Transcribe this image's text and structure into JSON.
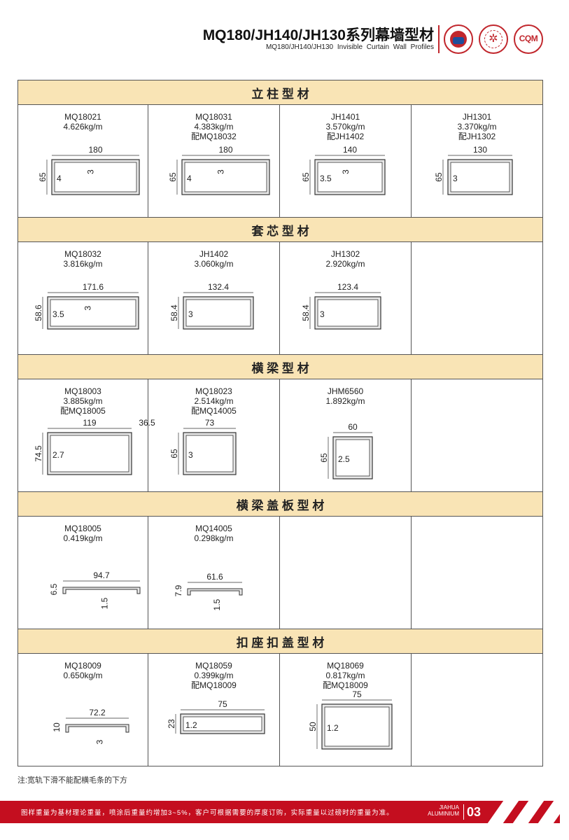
{
  "header": {
    "title": "MQ180/JH140/JH130系列幕墙型材",
    "subtitle": "MQ180/JH140/JH130 Invisible Curtain Wall Profiles",
    "logo3_text": "CQM"
  },
  "sections": [
    {
      "title": "立  柱  型  材",
      "cells": [
        {
          "code": "MQ18021",
          "weight": "4.626kg/m",
          "match": "",
          "width": "180",
          "height": "65",
          "thick": "4",
          "thick2": "3"
        },
        {
          "code": "MQ18031",
          "weight": "4.383kg/m",
          "match": "配MQ18032",
          "width": "180",
          "height": "65",
          "thick": "4",
          "thick2": "3"
        },
        {
          "code": "JH1401",
          "weight": "3.570kg/m",
          "match": "配JH1402",
          "width": "140",
          "height": "65",
          "thick": "3.5",
          "thick2": "3"
        },
        {
          "code": "JH1301",
          "weight": "3.370kg/m",
          "match": "配JH1302",
          "width": "130",
          "height": "65",
          "thick": "3",
          "thick2": ""
        }
      ]
    },
    {
      "title": "套  芯  型  材",
      "cells": [
        {
          "code": "MQ18032",
          "weight": "3.816kg/m",
          "match": "",
          "width": "171.6",
          "height": "58.6",
          "thick": "3.5",
          "thick2": "3"
        },
        {
          "code": "JH1402",
          "weight": "3.060kg/m",
          "match": "",
          "width": "132.4",
          "height": "58.4",
          "thick": "3",
          "thick2": ""
        },
        {
          "code": "JH1302",
          "weight": "2.920kg/m",
          "match": "",
          "width": "123.4",
          "height": "58.4",
          "thick": "3",
          "thick2": ""
        },
        null
      ]
    },
    {
      "title": "横  梁  型  材",
      "cells": [
        {
          "code": "MQ18003",
          "weight": "3.885kg/m",
          "match": "配MQ18005",
          "width": "119",
          "width2": "36.5",
          "height": "74.5",
          "thick": "2.7",
          "thick2": ""
        },
        {
          "code": "MQ18023",
          "weight": "2.514kg/m",
          "match": "配MQ14005",
          "width": "73",
          "height": "65",
          "thick": "3",
          "thick2": ""
        },
        {
          "code": "JHM6560",
          "weight": "1.892kg/m",
          "match": "",
          "width": "60",
          "height": "65",
          "thick": "2.5",
          "thick2": ""
        },
        null
      ]
    },
    {
      "title": "横  梁  盖  板  型  材",
      "cells": [
        {
          "code": "MQ18005",
          "weight": "0.419kg/m",
          "match": "",
          "width": "94.7",
          "height": "6.5",
          "thick": "",
          "thick2": "1.5"
        },
        {
          "code": "MQ14005",
          "weight": "0.298kg/m",
          "match": "",
          "width": "61.6",
          "height": "7.9",
          "thick": "",
          "thick2": "1.5"
        },
        null,
        null
      ]
    },
    {
      "title": "扣  座  扣  盖  型  材",
      "cells": [
        {
          "code": "MQ18009",
          "weight": "0.650kg/m",
          "match": "",
          "width": "72.2",
          "height": "10",
          "thick": "",
          "thick2": "3"
        },
        {
          "code": "MQ18059",
          "weight": "0.399kg/m",
          "match": "配MQ18009",
          "width": "75",
          "height": "23",
          "thick": "1.2",
          "thick2": ""
        },
        {
          "code": "MQ18069",
          "weight": "0.817kg/m",
          "match": "配MQ18009",
          "width": "75",
          "height": "50",
          "thick": "1.2",
          "thick2": ""
        },
        null
      ]
    }
  ],
  "note": "注:宽轨下滑不能配横毛条的下方",
  "footer": {
    "text": "图样重量为基材理论重量，喷涂后重量约增加3~5%，客户可根据需要的厚度订购，实际重量以过磅时的重量为准。",
    "brand_line1": "JIAHUA",
    "brand_line2": "ALUMINIUM",
    "page": "03"
  },
  "colors": {
    "section_bg": "#f9e4b5",
    "accent": "#c40e1f"
  }
}
